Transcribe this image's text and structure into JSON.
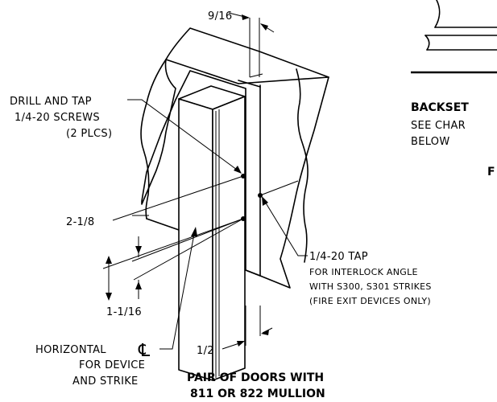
{
  "labels": {
    "gap_dim": "9/16",
    "drill_line1": "DRILL AND TAP",
    "drill_line2": "1/4-20 SCREWS",
    "drill_line3": "(2 PLCS)",
    "backset_title": "BACKSET",
    "backset_line2": "SEE CHAR",
    "backset_line3": "BELOW",
    "partial_letter": "F",
    "dim_2_1_8": "2-1/8",
    "dim_1_1_16": "1-1/16",
    "tap_title": "1/4-20 TAP",
    "tap_line2": "FOR INTERLOCK ANGLE",
    "tap_line3": "WITH S300, S301 STRIKES",
    "tap_line4": "(FIRE EXIT DEVICES ONLY)",
    "horizontal": "HORIZONTAL",
    "centerline_symbol": "℄",
    "for_device": "FOR DEVICE",
    "and_strike": "AND STRIKE",
    "dim_1_2": "1/2",
    "caption_line1": "PAIR OF DOORS WITH",
    "caption_line2": "811 OR 822 MULLION"
  }
}
